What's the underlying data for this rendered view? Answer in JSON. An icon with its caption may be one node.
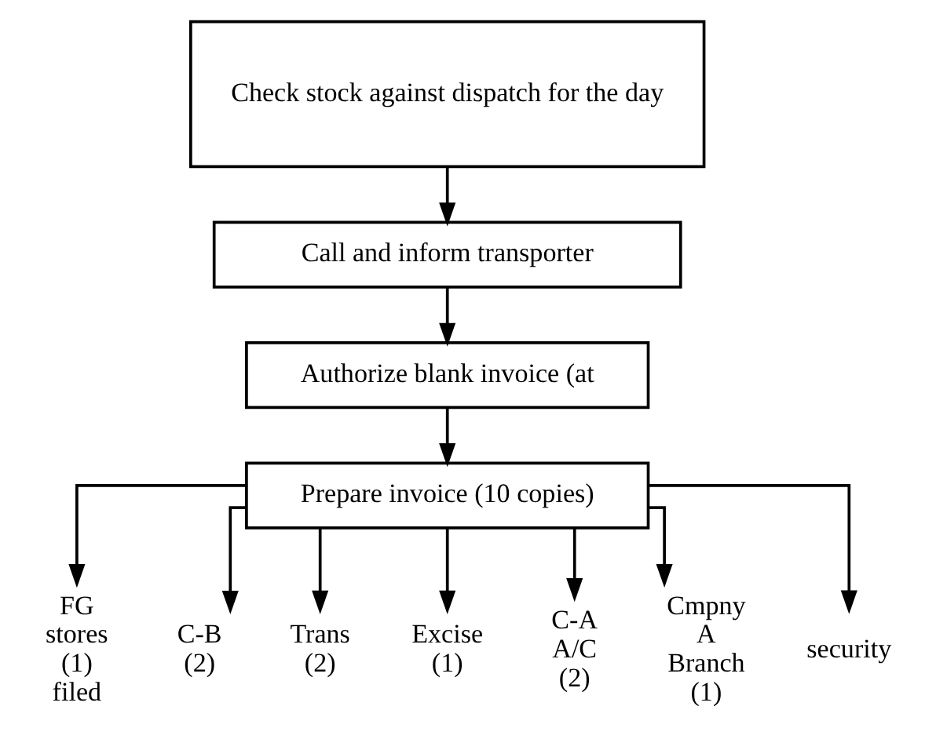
{
  "diagram": {
    "nodes": [
      {
        "text": [
          "Check stock against dispatch for the day"
        ]
      },
      {
        "text": [
          "Call and inform transporter"
        ]
      },
      {
        "text": [
          "Authorize blank invoice (at"
        ]
      },
      {
        "text": [
          "Prepare invoice (10 copies)"
        ]
      },
      {
        "text": [
          "FG stores (1) filed"
        ]
      },
      {
        "text": [
          "C-B (2)"
        ]
      },
      {
        "text": [
          "Trans (2)"
        ]
      },
      {
        "text": [
          "Excise (1)"
        ]
      },
      {
        "text": [
          "C-A A/C (2)"
        ]
      },
      {
        "text": [
          "Cmpny A Branch (1)"
        ]
      },
      {
        "text": [
          "security"
        ]
      }
    ],
    "edges": [
      {
        "from": 0,
        "to": 1,
        "arrow": "to"
      },
      {
        "from": 1,
        "to": 2,
        "arrow": "to"
      },
      {
        "from": 2,
        "to": 3,
        "arrow": "to"
      },
      {
        "from": 3,
        "to": 4,
        "arrow": "to"
      },
      {
        "from": 3,
        "to": 5,
        "arrow": "to"
      },
      {
        "from": 3,
        "to": 6,
        "arrow": "to"
      },
      {
        "from": 3,
        "to": 7,
        "arrow": "to"
      },
      {
        "from": 3,
        "to": 8,
        "arrow": "to"
      },
      {
        "from": 3,
        "to": 9,
        "arrow": "to"
      },
      {
        "from": 3,
        "to": 10,
        "arrow": "to"
      }
    ]
  }
}
